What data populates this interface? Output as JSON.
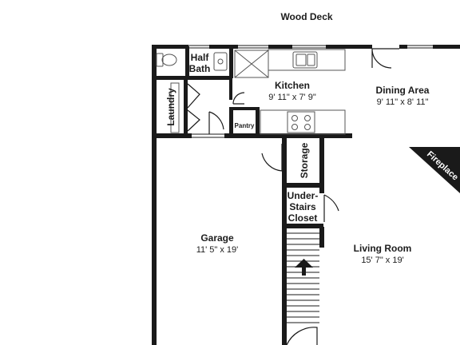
{
  "deck": {
    "label": "Wood Deck"
  },
  "rooms": {
    "half_bath": {
      "line1": "Half",
      "line2": "Bath"
    },
    "laundry": {
      "name": "Laundry"
    },
    "kitchen": {
      "name": "Kitchen",
      "dims": "9' 11\" x 7' 9\""
    },
    "dining": {
      "name": "Dining Area",
      "dims": "9' 11\" x 8' 11\""
    },
    "pantry": {
      "name": "Pantry"
    },
    "storage": {
      "name": "Storage"
    },
    "closet": {
      "line1": "Under-",
      "line2": "Stairs",
      "line3": "Closet"
    },
    "garage": {
      "name": "Garage",
      "dims": "11' 5\" x 19'"
    },
    "living": {
      "name": "Living Room",
      "dims": "15' 7\" x 19'"
    },
    "fireplace": {
      "name": "Fireplace"
    }
  },
  "colors": {
    "wall": "#1a1a1a",
    "fixture": "#555555",
    "floor": "#ffffff"
  }
}
